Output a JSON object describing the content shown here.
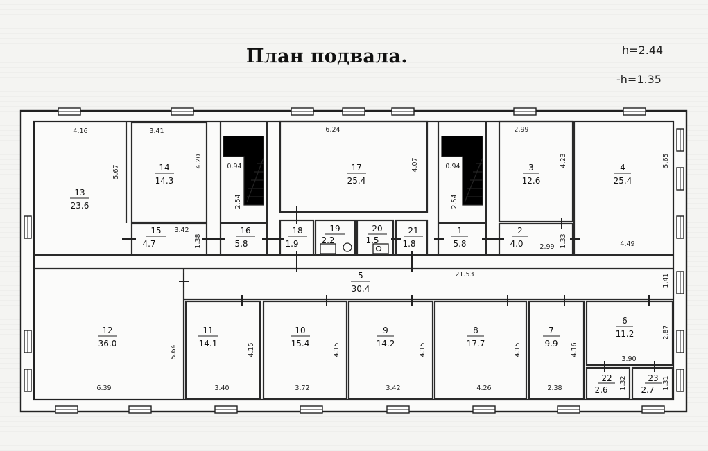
{
  "title": "План подвала.",
  "heights": {
    "total": "h=2.44",
    "low": "-h=1.35"
  },
  "rooms": [
    {
      "number": "1",
      "area": "5.8"
    },
    {
      "number": "2",
      "area": "4.0"
    },
    {
      "number": "3",
      "area": "12.6"
    },
    {
      "number": "4",
      "area": "25.4"
    },
    {
      "number": "5",
      "area": "30.4"
    },
    {
      "number": "6",
      "area": "11.2"
    },
    {
      "number": "7",
      "area": "9.9"
    },
    {
      "number": "8",
      "area": "17.7"
    },
    {
      "number": "9",
      "area": "14.2"
    },
    {
      "number": "10",
      "area": "15.4"
    },
    {
      "number": "11",
      "area": "14.1"
    },
    {
      "number": "12",
      "area": "36.0"
    },
    {
      "number": "13",
      "area": "23.6"
    },
    {
      "number": "14",
      "area": "14.3"
    },
    {
      "number": "15",
      "area": "4.7"
    },
    {
      "number": "16",
      "area": "5.8"
    },
    {
      "number": "17",
      "area": "25.4"
    },
    {
      "number": "18",
      "area": "1.9"
    },
    {
      "number": "19",
      "area": "2.2"
    },
    {
      "number": "20",
      "area": "1.5"
    },
    {
      "number": "21",
      "area": "1.8"
    },
    {
      "number": "22",
      "area": "2.6"
    },
    {
      "number": "23",
      "area": "2.7"
    }
  ],
  "dimensions": [
    "4.16",
    "5.67",
    "3.41",
    "4.20",
    "3.42",
    "1.38",
    "0.94",
    "2.54",
    "6.24",
    "4.07",
    "0.94",
    "2.54",
    "2.99",
    "4.23",
    "5.65",
    "2.99",
    "1.33",
    "4.49",
    "21.53",
    "1.41",
    "5.64",
    "6.39",
    "4.15",
    "3.40",
    "4.15",
    "3.72",
    "4.15",
    "3.42",
    "4.15",
    "4.26",
    "4.16",
    "2.38",
    "2.87",
    "3.90",
    "1.32",
    "1.31"
  ]
}
